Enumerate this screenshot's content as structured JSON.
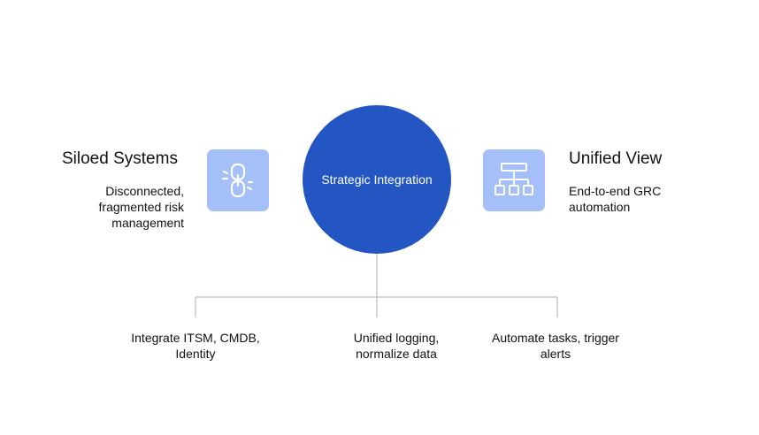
{
  "left": {
    "title": "Siloed Systems",
    "description": "Disconnected, fragmented risk management",
    "icon": "chain-link-broken-icon"
  },
  "center": {
    "label": "Strategic Integration"
  },
  "right": {
    "title": "Unified View",
    "description": "End-to-end GRC automation",
    "icon": "hierarchy-tree-icon"
  },
  "branches": [
    {
      "label": "Integrate ITSM, CMDB, Identity"
    },
    {
      "label": "Unified logging, normalize data"
    },
    {
      "label": "Automate tasks, trigger alerts"
    }
  ],
  "colors": {
    "circle": "#2356c3",
    "icon_box": "#a5c0f9",
    "icon_stroke": "#ffffff",
    "connector": "#c8c8c8"
  }
}
